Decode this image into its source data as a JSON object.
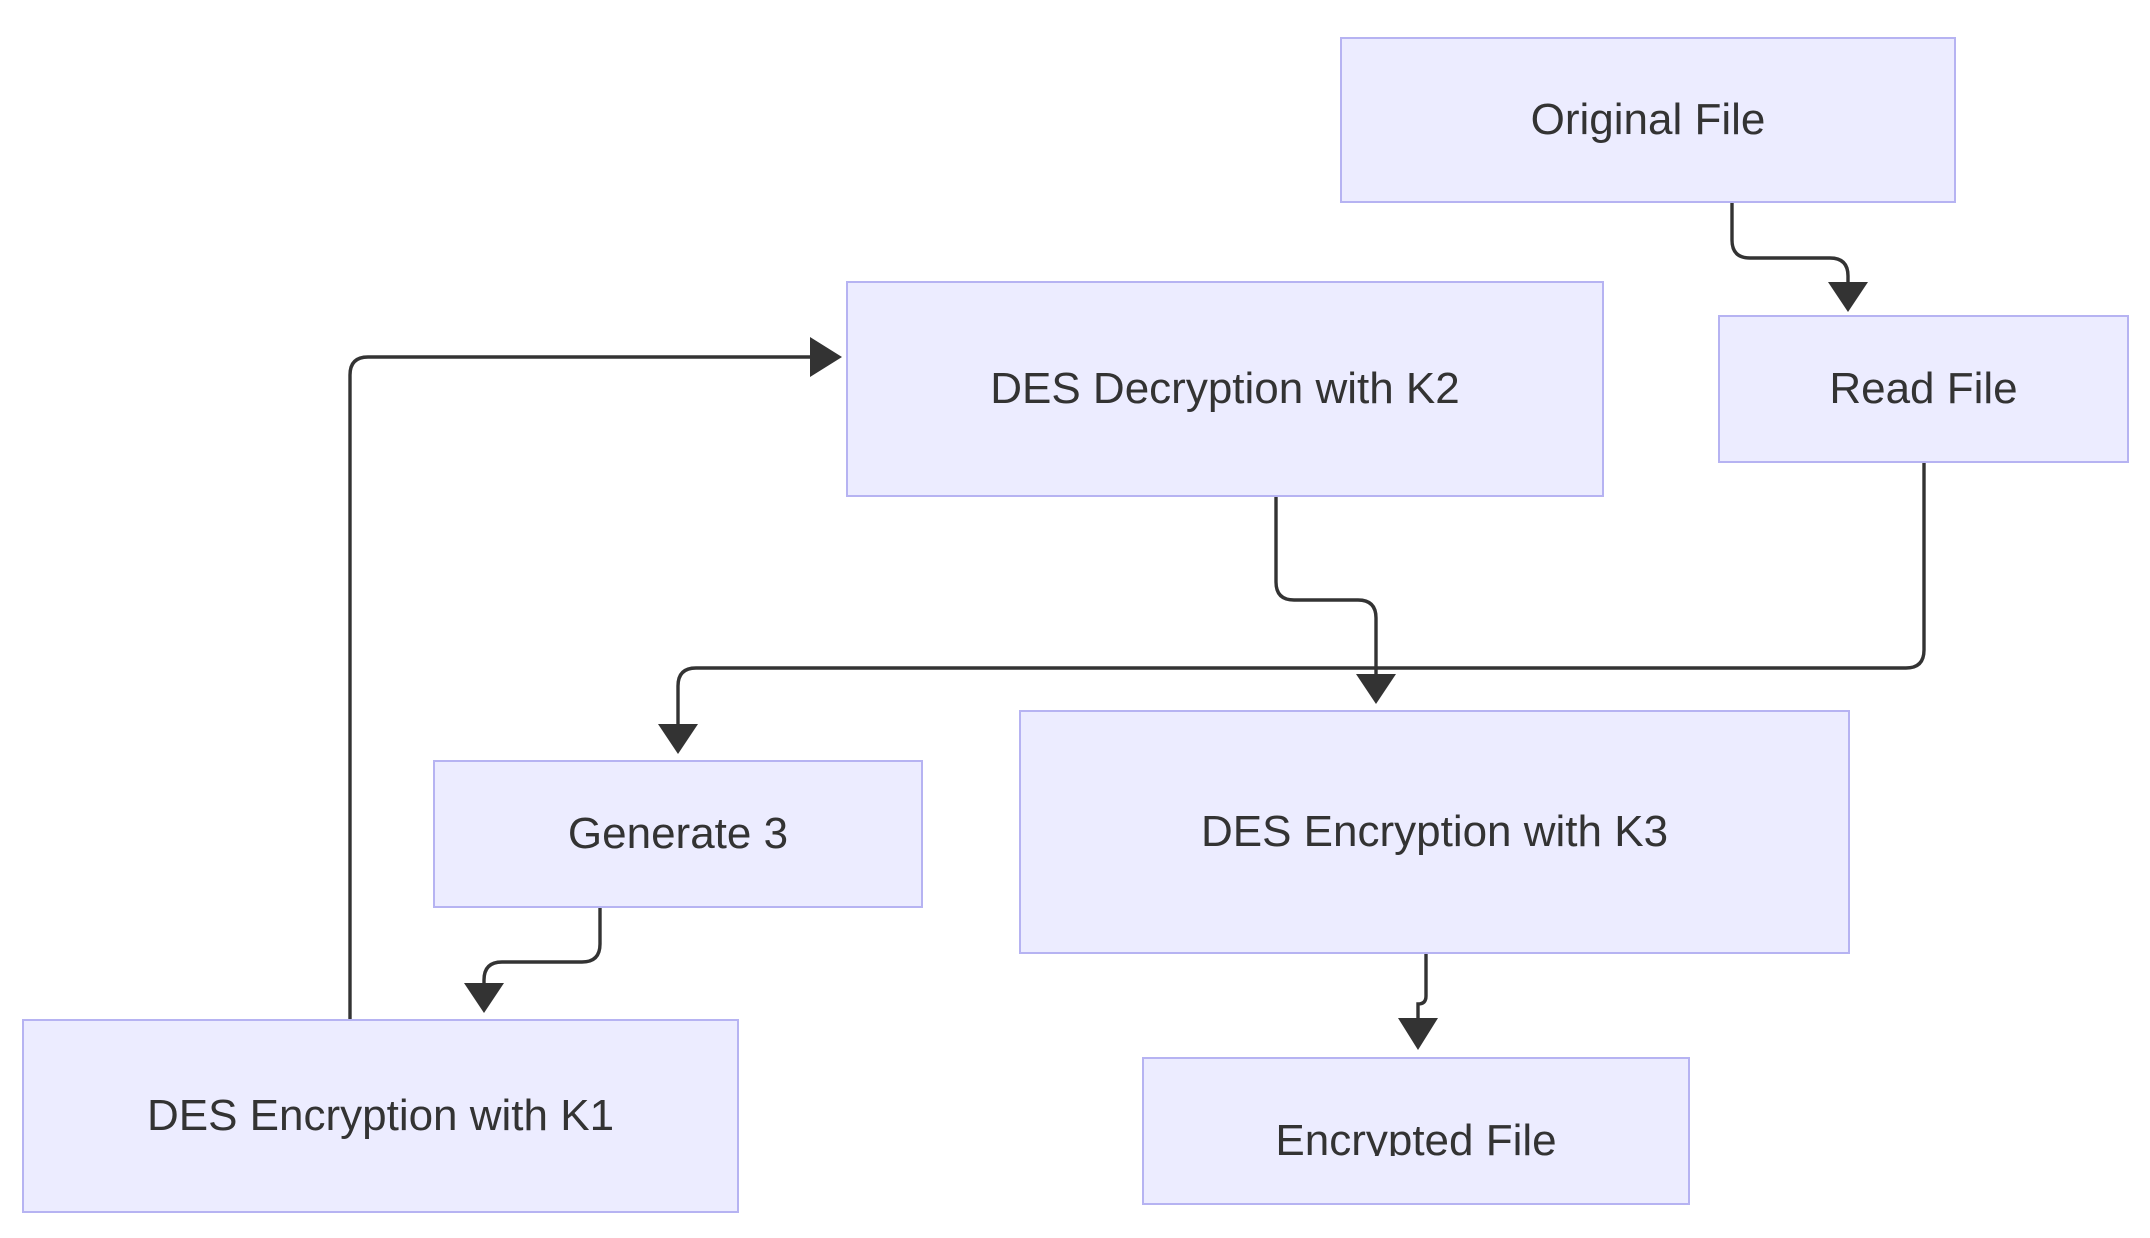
{
  "diagram": {
    "nodes": [
      {
        "id": "original_file",
        "label": "Original File"
      },
      {
        "id": "des_decryption_k2",
        "label": "DES Decryption with K2"
      },
      {
        "id": "read_file",
        "label": "Read File"
      },
      {
        "id": "generate_3",
        "label": "Generate 3"
      },
      {
        "id": "des_encryption_k3",
        "label": "DES Encryption with K3"
      },
      {
        "id": "des_encryption_k1",
        "label": "DES Encryption with K1"
      },
      {
        "id": "encrypted_file",
        "label": "Encrypted File"
      }
    ],
    "edges": [
      {
        "from": "original_file",
        "to": "read_file"
      },
      {
        "from": "read_file",
        "to": "generate_3"
      },
      {
        "from": "generate_3",
        "to": "des_encryption_k1"
      },
      {
        "from": "des_encryption_k1",
        "to": "des_decryption_k2"
      },
      {
        "from": "des_decryption_k2",
        "to": "des_encryption_k3"
      },
      {
        "from": "des_encryption_k3",
        "to": "encrypted_file"
      }
    ],
    "colors": {
      "node_fill": "#ececff",
      "node_border": "#b6b3f2",
      "edge": "#333333",
      "text": "#333333"
    }
  }
}
